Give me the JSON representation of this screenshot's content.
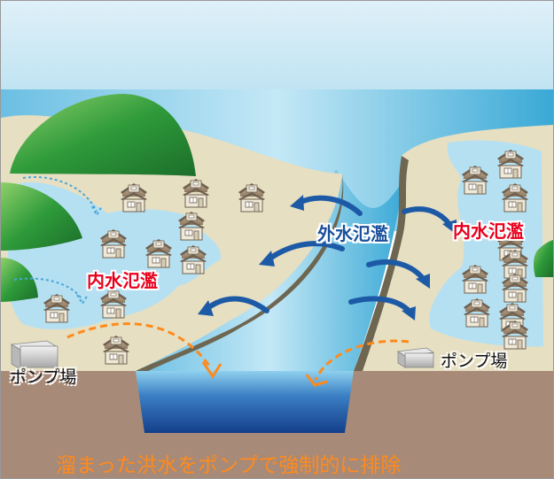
{
  "labels": {
    "inland_flood_left": "内水氾濫",
    "inland_flood_right": "内水氾濫",
    "river_flood": "外水氾濫",
    "pump_station_left": "ポンプ場",
    "pump_station_right": "ポンプ場",
    "caption": "溜まった洪水をポンプで強制的に排除"
  },
  "colors": {
    "sky": "#dff0f8",
    "river": "#7ec8e6",
    "land": "#e6dfc2",
    "earth": "#a88a78",
    "flood_water": "#b5e0f2",
    "hill": "#2e9a3a",
    "arrow": "#1d5aa6",
    "pump_arrow": "#ff8a1c",
    "inland_label": "#e8001c",
    "river_label": "#1a4f9c"
  }
}
